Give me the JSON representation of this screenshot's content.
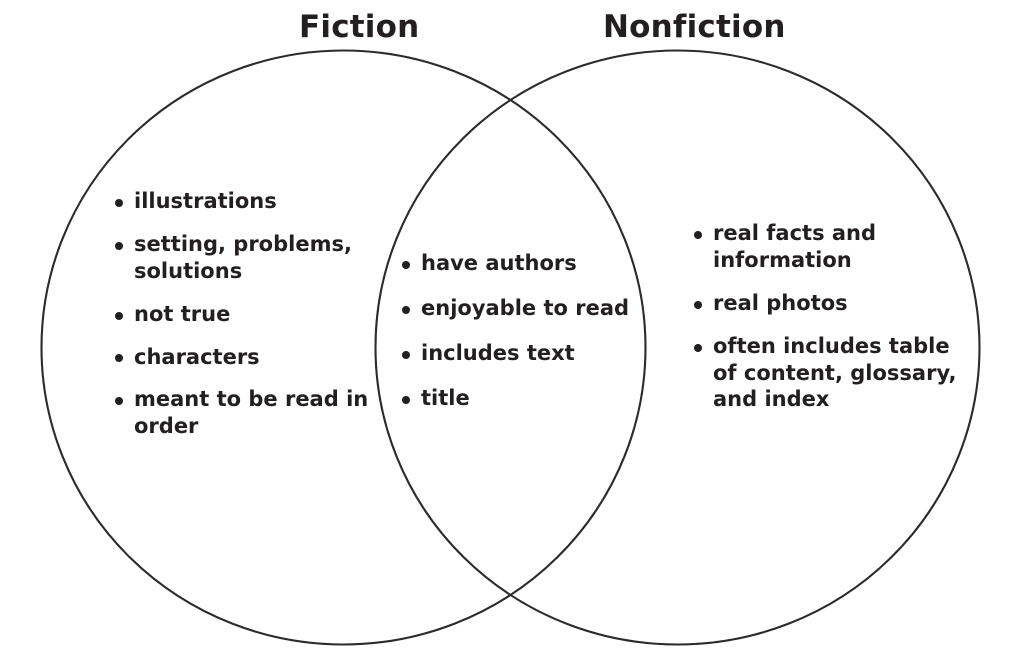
{
  "diagram": {
    "type": "venn-2-circle",
    "stroke_color": "#2b2b2b",
    "text_color": "#231f20",
    "background_color": "#ffffff",
    "left_circle": {
      "title": "Fiction",
      "items": [
        "illustrations",
        "setting, problems, solutions",
        "not true",
        "characters",
        "meant to be read in order"
      ]
    },
    "right_circle": {
      "title": "Nonfiction",
      "items": [
        "real facts and information",
        "real photos",
        "often includes table of content, glossary, and index"
      ]
    },
    "intersection": {
      "title": "",
      "items": [
        "have authors",
        "enjoyable to read",
        "includes text",
        "title"
      ]
    }
  }
}
